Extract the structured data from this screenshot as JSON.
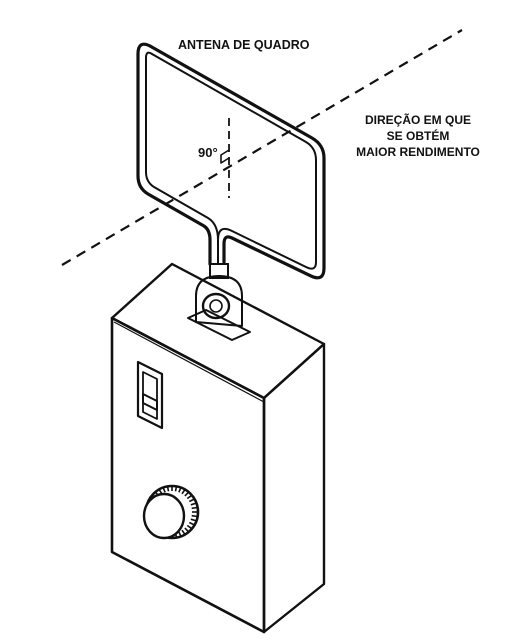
{
  "labels": {
    "antenna_title": "ANTENA DE QUADRO",
    "angle": "90°",
    "direction_line1": "DIREÇÃO EM QUE",
    "direction_line2": "SE OBTÉM",
    "direction_line3": "MAIOR RENDIMENTO"
  }
}
